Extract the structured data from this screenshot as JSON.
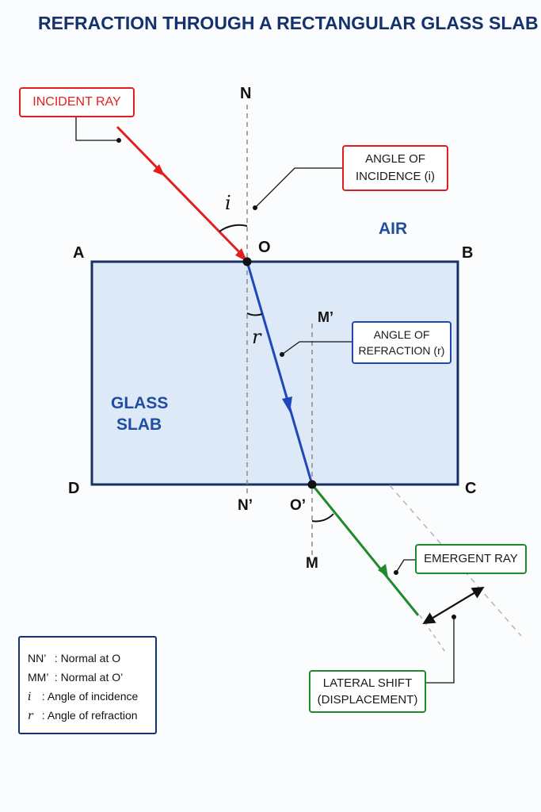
{
  "title": "REFRACTION THROUGH A RECTANGULAR GLASS SLAB",
  "points": {
    "A": "A",
    "B": "B",
    "C": "C",
    "D": "D",
    "O": "O",
    "O_prime": "O’",
    "N": "N",
    "N_prime": "N’",
    "M": "M",
    "M_prime": "M’"
  },
  "symbols": {
    "i": "i",
    "r": "r"
  },
  "regions": {
    "air": "AIR",
    "glass_line1": "GLASS",
    "glass_line2": "SLAB"
  },
  "callouts": {
    "incident_ray": "INCIDENT RAY",
    "angle_incidence_line1": "ANGLE OF",
    "angle_incidence_line2": "INCIDENCE (i)",
    "angle_refraction_line1": "ANGLE OF",
    "angle_refraction_line2": "REFRACTION (r)",
    "emergent_ray": "EMERGENT RAY",
    "lateral_shift_line1": "LATERAL SHIFT",
    "lateral_shift_line2": "(DISPLACEMENT)"
  },
  "legend": [
    {
      "symbol": "NN’",
      "separator": ":",
      "text": "Normal at O"
    },
    {
      "symbol": "MM’",
      "separator": ":",
      "text": "Normal at O’"
    },
    {
      "symbol": "i",
      "separator": ":",
      "text": "Angle of incidence"
    },
    {
      "symbol": "r",
      "separator": ":",
      "text": "Angle of refraction"
    }
  ],
  "colors": {
    "title": "#16326e",
    "incident_ray": "#e02020",
    "refracted_ray": "#1f47b8",
    "emergent_ray": "#1f8a2a",
    "slab_fill": "#dde9f7",
    "slab_border": "#1a2f66"
  }
}
